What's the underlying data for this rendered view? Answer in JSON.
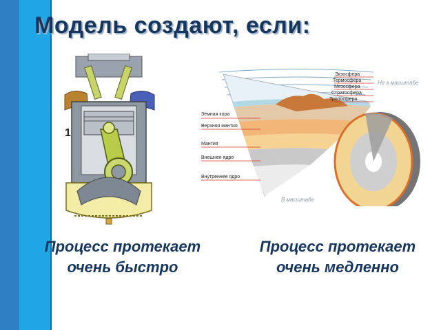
{
  "title": "Модель создают, если:",
  "engine": {
    "marker": "1"
  },
  "earth": {
    "atmosphere_labels": [
      "Экзосфера",
      "Термосфера",
      "Мезосфера",
      "Стратосфера",
      "Тропосфера"
    ],
    "interior_labels": [
      "Земная кора",
      "Верхняя мантия",
      "Мантия",
      "Внешнее ядро",
      "Внутреннее ядро"
    ],
    "not_to_scale": "Не в масштабе",
    "to_scale": "В масштабе"
  },
  "captions": {
    "left": "Процесс протекает очень быстро",
    "right": "Процесс протекает очень медленно"
  }
}
